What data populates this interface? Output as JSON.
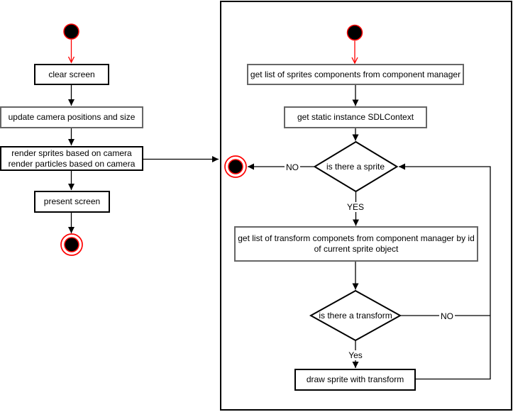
{
  "colors": {
    "red_accent": "#FF0000",
    "black_stroke": "#000000",
    "gray_border": "#666666"
  },
  "left_flow": {
    "clear_screen": "clear screen",
    "update_camera": "update camera positions and size",
    "render_steps": "render sprites based on camera\nrender particles based on camera",
    "present_screen": "present screen"
  },
  "right_flow": {
    "get_sprites": "get list of sprites components from component manager",
    "get_sdl_context": "get static instance SDLContext",
    "sprite_decision": "is there a sprite",
    "get_transforms": "get list of transform componets from component manager by id\nof current sprite object",
    "transform_decision": "is there a transform",
    "draw_sprite": "draw sprite with transform",
    "label_no_sprite": "NO",
    "label_yes_sprite": "YES",
    "label_no_transform": "NO",
    "label_yes_transform": "Yes"
  }
}
